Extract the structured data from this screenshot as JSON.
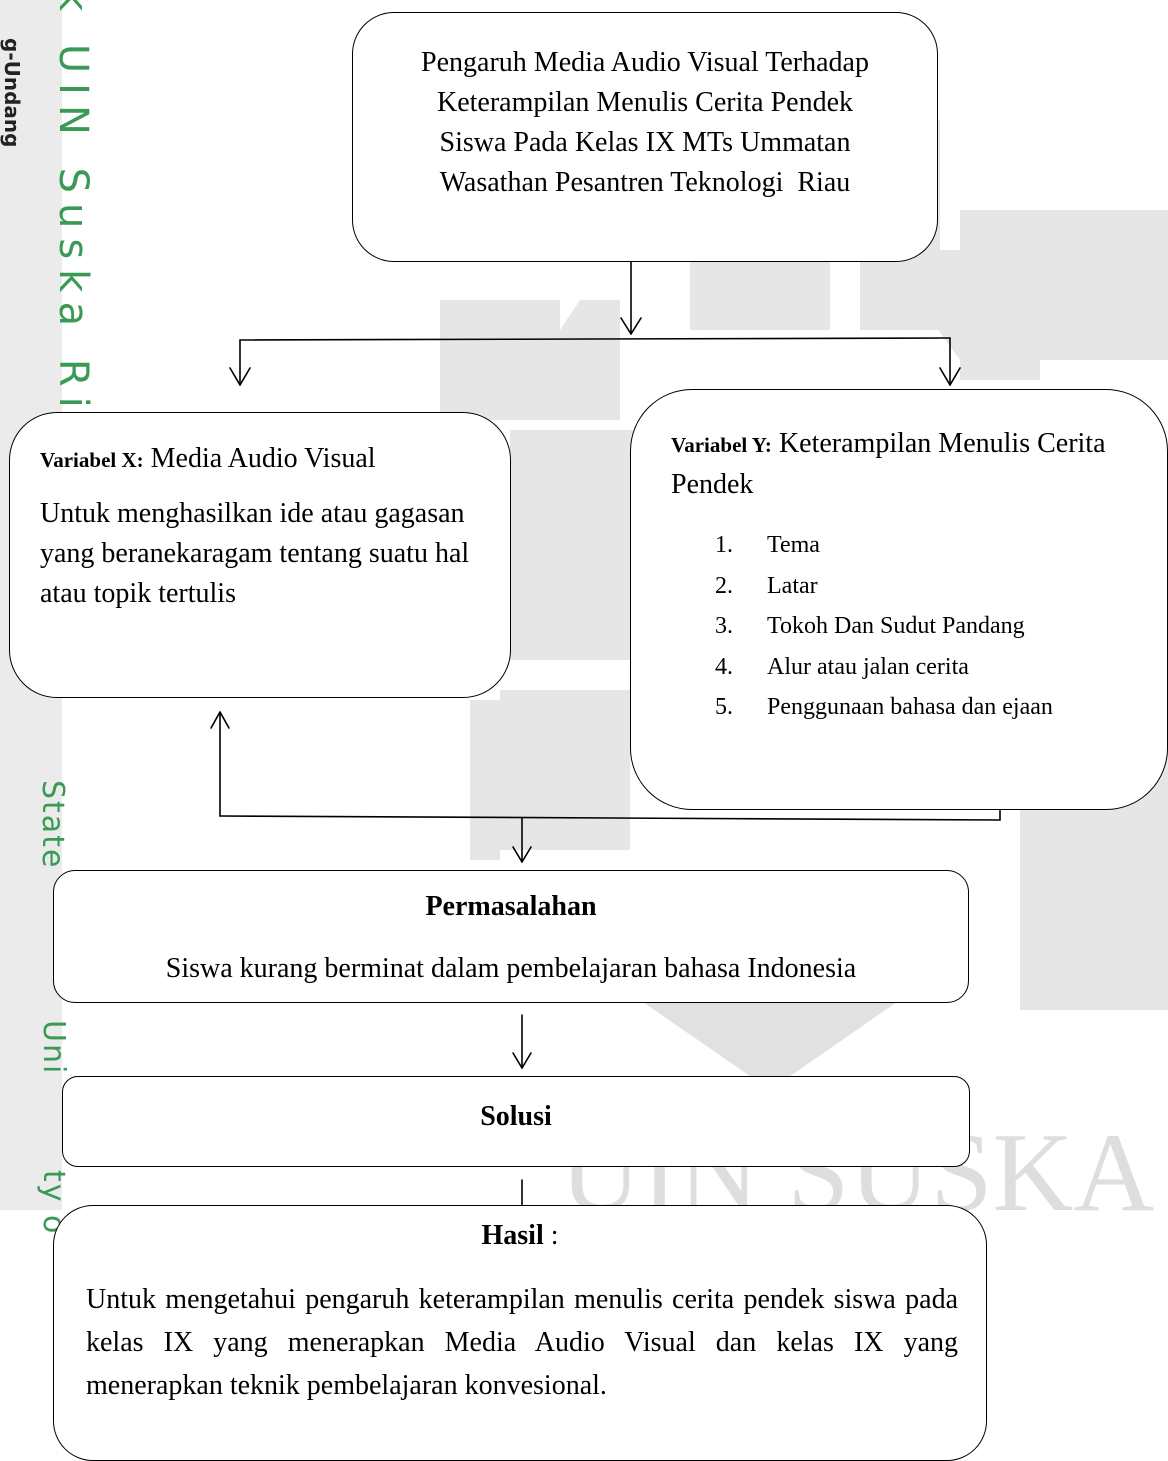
{
  "watermark": {
    "background_text": "UIN SUSKA RIAU",
    "side_text_top": "k UIN Suska Riau",
    "side_text_mid": "State",
    "side_text_low1": "Uni",
    "side_text_low2": "ty o",
    "side_cut_text": "g-Undang",
    "colors": {
      "green_strip": "#3a9a55",
      "watermark_gray": "#d9d9d9"
    }
  },
  "title_box": {
    "lines": [
      "Pengaruh Media Audio Visual Terhadap",
      "Keterampilan Menulis Cerita Pendek",
      "Siswa Pada Kelas IX MTs Ummatan",
      "Wasathan Pesantren Teknologi  Riau"
    ]
  },
  "variable_x": {
    "label": "Variabel X:",
    "name": "Media Audio Visual",
    "description": "Untuk menghasilkan ide atau gagasan yang beranekaragam tentang suatu hal atau topik tertulis"
  },
  "variable_y": {
    "label": "Variabel Y:",
    "name": "Keterampilan Menulis Cerita Pendek",
    "items": [
      {
        "num": "1.",
        "text": "Tema"
      },
      {
        "num": "2.",
        "text": "Latar"
      },
      {
        "num": "3.",
        "text": "Tokoh Dan Sudut Pandang"
      },
      {
        "num": "4.",
        "text": "Alur atau jalan cerita"
      },
      {
        "num": "5.",
        "text": "Penggunaan bahasa dan ejaan"
      }
    ]
  },
  "permasalahan": {
    "title": "Permasalahan",
    "text": "Siswa kurang berminat dalam pembelajaran bahasa Indonesia"
  },
  "solusi": {
    "title": "Solusi"
  },
  "hasil": {
    "title": "Hasil",
    "suffix": " :",
    "text": "Untuk mengetahui pengaruh keterampilan menulis cerita pendek siswa pada kelas IX yang menerapkan Media Audio Visual dan kelas IX  yang menerapkan teknik pembelajaran konvesional."
  }
}
